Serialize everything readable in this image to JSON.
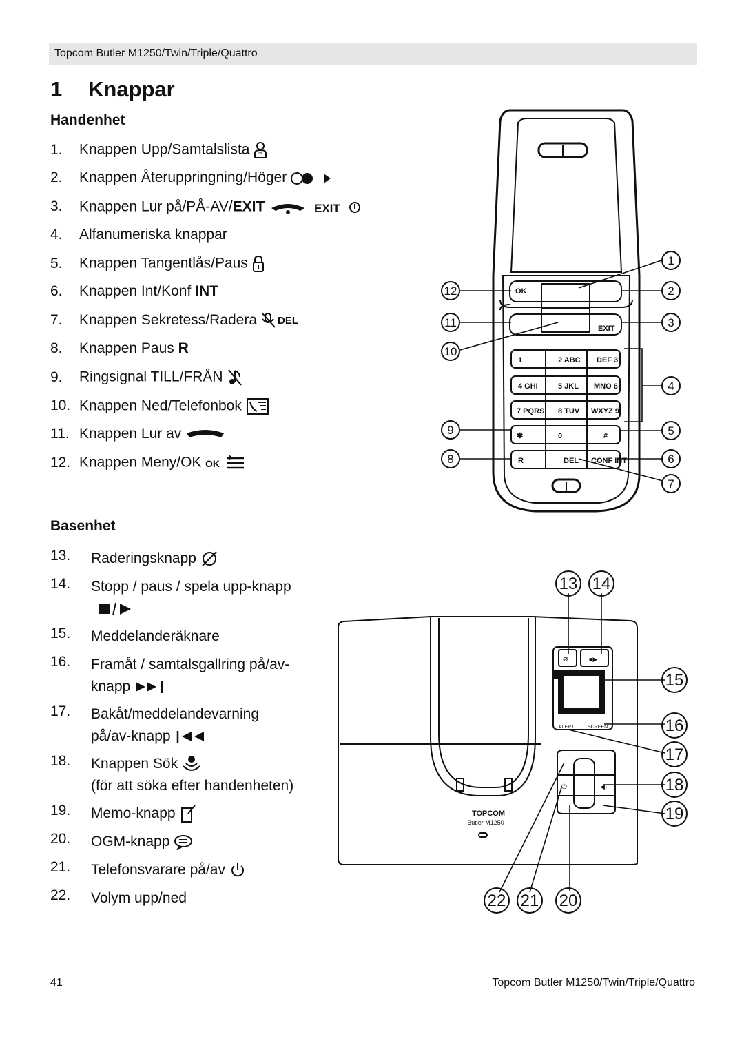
{
  "header": {
    "title": "Topcom Butler M1250/Twin/Triple/Quattro"
  },
  "chapter": {
    "number": "1",
    "title": "Knappar"
  },
  "handset": {
    "heading": "Handenhet",
    "items": [
      {
        "n": "1.",
        "pre": "Knappen Upp/Samtalslista",
        "bold": "",
        "icon": "user-question-icon"
      },
      {
        "n": "2.",
        "pre": "Knappen Återuppringning/Höger",
        "bold": "",
        "icon": "redial-right-icon"
      },
      {
        "n": "3.",
        "pre": "Knappen Lur på/PÅ-AV/",
        "bold": "EXIT",
        "icon": "hangup-exit-power-icon"
      },
      {
        "n": "4.",
        "pre": "Alfanumeriska knappar",
        "bold": "",
        "icon": ""
      },
      {
        "n": "5.",
        "pre": "Knappen Tangentlås/Paus",
        "bold": "",
        "icon": "padlock-icon"
      },
      {
        "n": "6.",
        "pre": "Knappen Int/Konf ",
        "bold": "INT",
        "icon": ""
      },
      {
        "n": "7.",
        "pre": "Knappen Sekretess/Radera",
        "bold": "",
        "icon": "mute-del-icon"
      },
      {
        "n": "8.",
        "pre": "Knappen Paus ",
        "bold": "R",
        "icon": ""
      },
      {
        "n": "9.",
        "pre": "Ringsignal TILL/FRÅN",
        "bold": "",
        "icon": "ringer-off-icon"
      },
      {
        "n": "10.",
        "pre": "Knappen Ned/Telefonbok",
        "bold": "",
        "icon": "phonebook-icon"
      },
      {
        "n": "11.",
        "pre": "Knappen Lur av",
        "bold": "",
        "icon": "handset-icon"
      },
      {
        "n": "12.",
        "pre": "Knappen Meny/OK",
        "bold": "",
        "icon": "ok-menu-icon"
      }
    ],
    "icon_text": {
      "exit": "EXIT",
      "del": "DEL",
      "ok": "OK"
    }
  },
  "base": {
    "heading": "Basenhet",
    "items": [
      {
        "n": "13.",
        "l1": "Raderingsknapp",
        "l2": "",
        "icon": "delete-icon"
      },
      {
        "n": "14.",
        "l1": "Stopp / paus / spela upp-knapp",
        "l2": "",
        "icon": "stop-play-icon"
      },
      {
        "n": "15.",
        "l1": "Meddelanderäknare",
        "l2": "",
        "icon": ""
      },
      {
        "n": "16.",
        "l1": "Framåt / samtalsgallring på/av-",
        "l2": "knapp",
        "icon": "skip-forward-icon"
      },
      {
        "n": "17.",
        "l1": "Bakåt/meddelandevarning",
        "l2": "på/av-knapp",
        "icon": "skip-back-icon"
      },
      {
        "n": "18.",
        "l1": "Knappen Sök",
        "l2": "(för att söka efter handenheten)",
        "icon": "paging-icon"
      },
      {
        "n": "19.",
        "l1": "Memo-knapp",
        "l2": "",
        "icon": "memo-icon"
      },
      {
        "n": "20.",
        "l1": "OGM-knapp",
        "l2": "",
        "icon": "ogm-icon"
      },
      {
        "n": "21.",
        "l1": "Telefonsvarare på/av",
        "l2": "",
        "icon": "power-icon"
      },
      {
        "n": "22.",
        "l1": "Volym upp/ned",
        "l2": "",
        "icon": ""
      }
    ]
  },
  "handset_figure": {
    "callouts": [
      "1",
      "2",
      "3",
      "4",
      "5",
      "6",
      "7",
      "8",
      "9",
      "10",
      "11",
      "12"
    ],
    "key_labels": [
      "1",
      "2 ABC",
      "DEF 3",
      "4 GHI",
      "5 JKL",
      "MNO 6",
      "7 PQRS",
      "8 TUV",
      "WXYZ 9",
      "✱",
      "0",
      "#",
      "R",
      "DEL",
      "CONF INT",
      "EXIT",
      "OK"
    ]
  },
  "base_figure": {
    "callouts": [
      "13",
      "14",
      "15",
      "16",
      "17",
      "18",
      "19",
      "20",
      "21",
      "22"
    ],
    "brand": "TOPCOM",
    "model": "Butler M1250",
    "panel_labels": [
      "ALERT",
      "SCREEN"
    ]
  },
  "footer": {
    "page": "41",
    "title": "Topcom Butler M1250/Twin/Triple/Quattro"
  }
}
